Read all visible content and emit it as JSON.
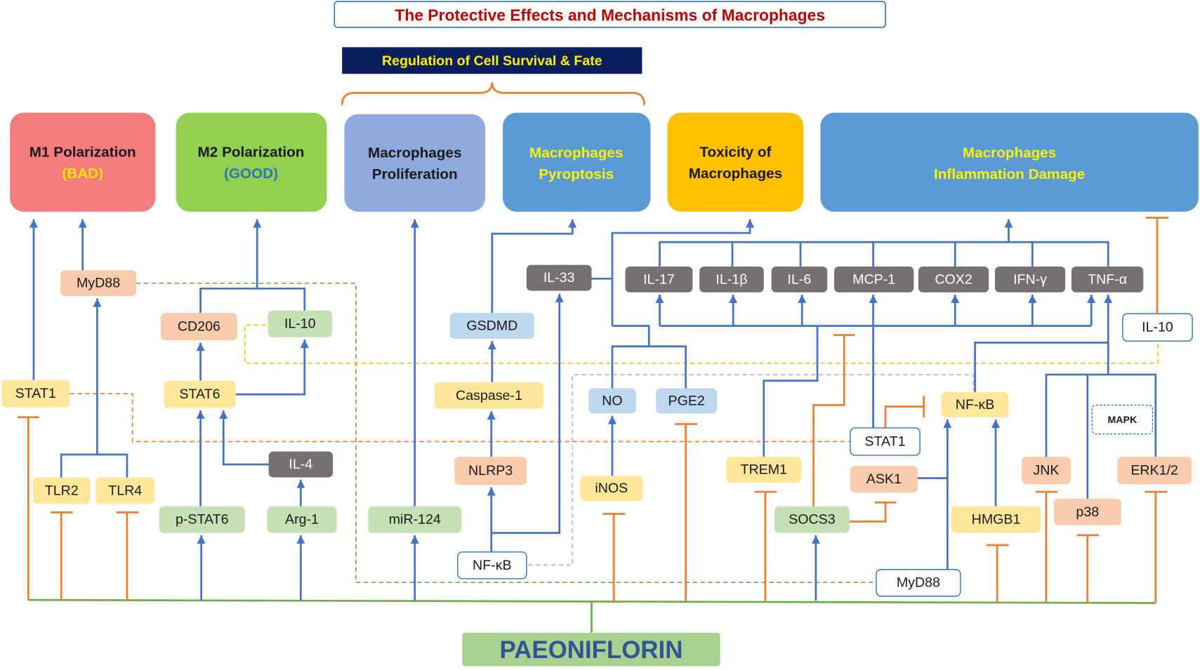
{
  "title": "The Protective Effects and Mechanisms of Macrophages",
  "regulation_label": "Regulation of Cell Survival & Fate",
  "outcomes": {
    "m1": {
      "line1": "M1 Polarization",
      "line2": "(BAD)"
    },
    "m2": {
      "line1": "M2 Polarization",
      "line2": "(GOOD)"
    },
    "proliferation": {
      "line1": "Macrophages",
      "line2": "Proliferation"
    },
    "pyroptosis": {
      "line1": "Macrophages",
      "line2": "Pyroptosis"
    },
    "toxicity": {
      "line1": "Toxicity of",
      "line2": "Macrophages"
    },
    "inflammation": {
      "line1": "Macrophages",
      "line2": "Inflammation Damage"
    }
  },
  "nodes": {
    "myd88_top": "MyD88",
    "cd206": "CD206",
    "il10_green": "IL-10",
    "stat1_left": "STAT1",
    "stat6": "STAT6",
    "il4": "IL-4",
    "tlr2": "TLR2",
    "tlr4": "TLR4",
    "pstat6": "p-STAT6",
    "arg1": "Arg-1",
    "mir124": "miR-124",
    "gsdmd": "GSDMD",
    "caspase1": "Caspase-1",
    "nlrp3": "NLRP3",
    "nfkb_bottom": "NF-κB",
    "il33": "IL-33",
    "no": "NO",
    "pge2": "PGE2",
    "inos": "iNOS",
    "il17": "IL-17",
    "il1b": "IL-1β",
    "il6": "IL-6",
    "mcp1": "MCP-1",
    "cox2": "COX2",
    "ifng": "IFN-γ",
    "tnfa": "TNF-α",
    "il10_white": "IL-10",
    "nfkb_right": "NF-κB",
    "mapk": "MAPK",
    "stat1_white": "STAT1",
    "trem1": "TREM1",
    "ask1": "ASK1",
    "socs3": "SOCS3",
    "hmgb1": "HMGB1",
    "jnk": "JNK",
    "p38": "p38",
    "erk12": "ERK1/2",
    "myd88_bottom": "MyD88"
  },
  "drug": "PAEONIFLORIN",
  "colors": {
    "title_text": "#C00000",
    "activation": "#4472C4",
    "inhibition": "#ED7D31",
    "drug_line": "#70AD47",
    "m1_box": "#F47C7C",
    "m2_box": "#92D050",
    "proliferation_box": "#8FAADC",
    "pyroptosis_box": "#5B9BD5",
    "toxicity_box": "#FFC000",
    "inflammation_box": "#5B9BD5"
  }
}
